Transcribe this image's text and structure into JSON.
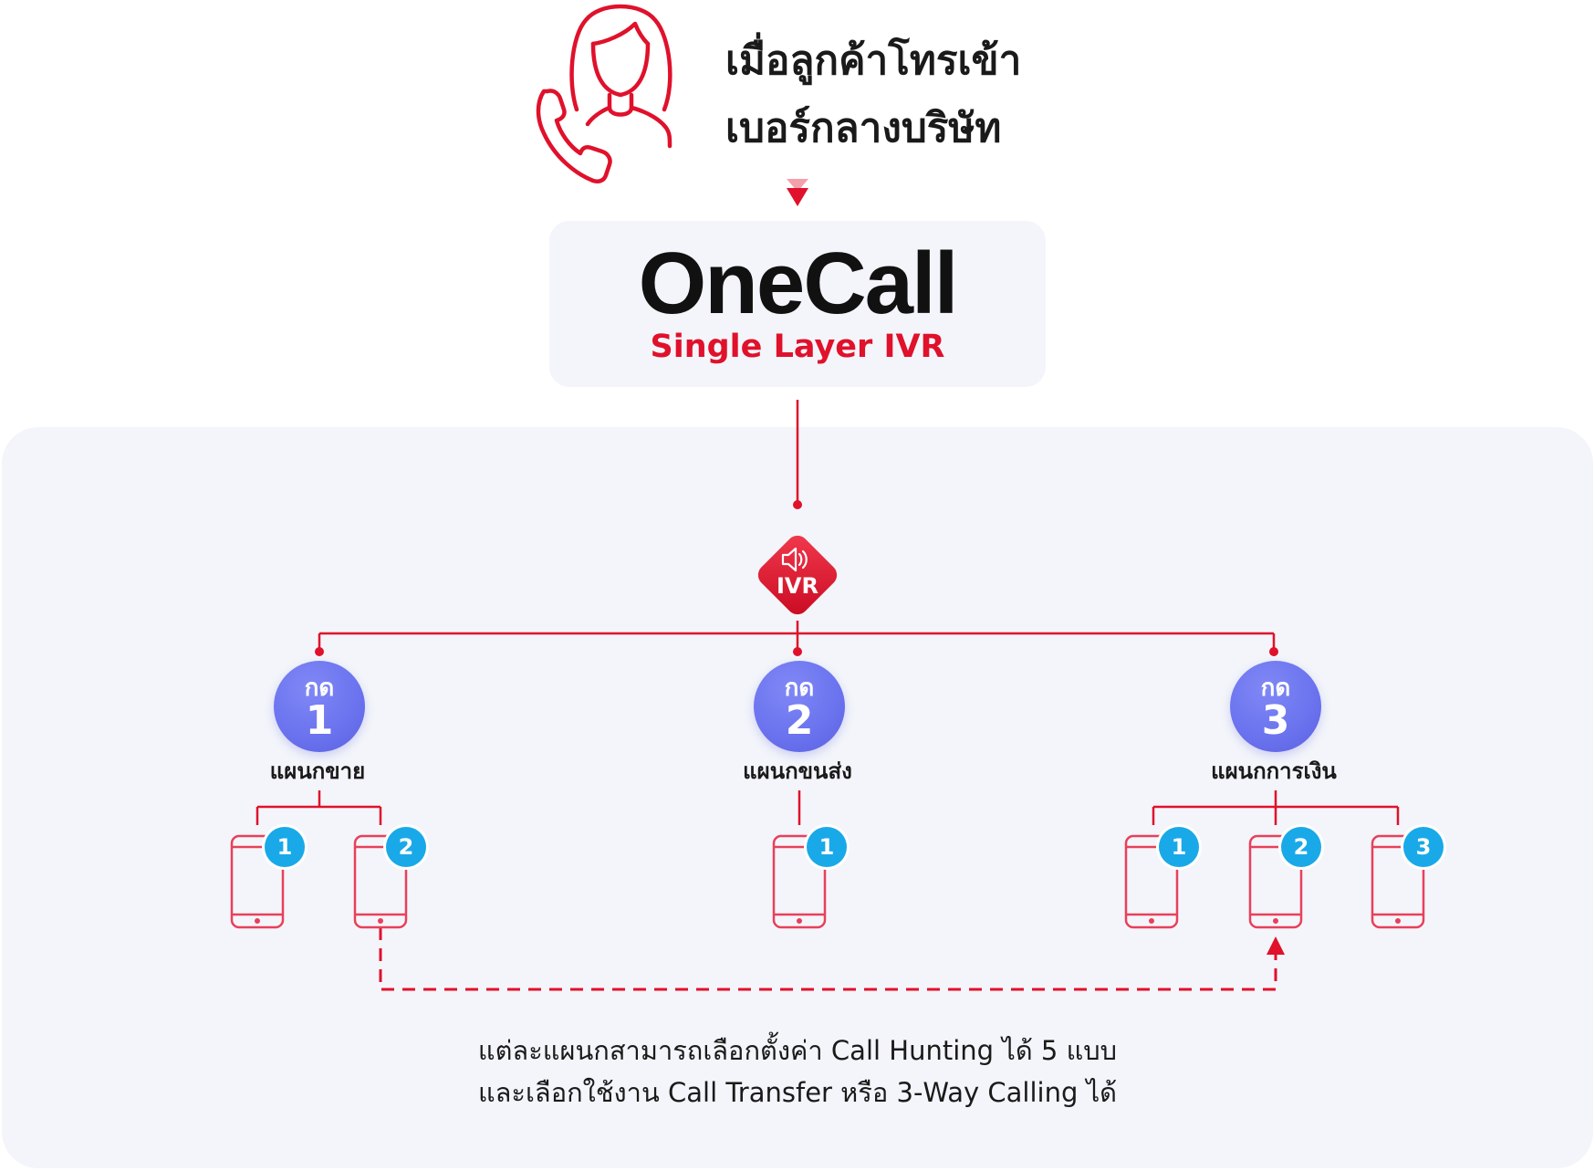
{
  "header": {
    "line1": "เมื่อลูกค้าโทรเข้า",
    "line2": "เบอร์กลางบริษัท",
    "icon": "woman-on-phone-icon"
  },
  "brand": {
    "title": "OneCall",
    "subtitle": "Single Layer IVR"
  },
  "ivr": {
    "label": "IVR",
    "icon": "speaker-icon"
  },
  "departments": [
    {
      "press": "กด",
      "number": "1",
      "name": "แผนกขาย",
      "phones": [
        "1",
        "2"
      ]
    },
    {
      "press": "กด",
      "number": "2",
      "name": "แผนกขนส่ง",
      "phones": [
        "1"
      ]
    },
    {
      "press": "กด",
      "number": "3",
      "name": "แผนกการเงิน",
      "phones": [
        "1",
        "2",
        "3"
      ]
    }
  ],
  "footnote": {
    "line1": "แต่ละแผนกสามารถเลือกตั้งค่า Call Hunting ได้ 5 แบบ",
    "line2": "และเลือกใช้งาน Call Transfer หรือ 3-Way Calling ได้"
  },
  "colors": {
    "accent": "#e0112b",
    "badge": "#6a72ee",
    "phone_number": "#19a9e8",
    "panel": "#f3f5fa"
  }
}
